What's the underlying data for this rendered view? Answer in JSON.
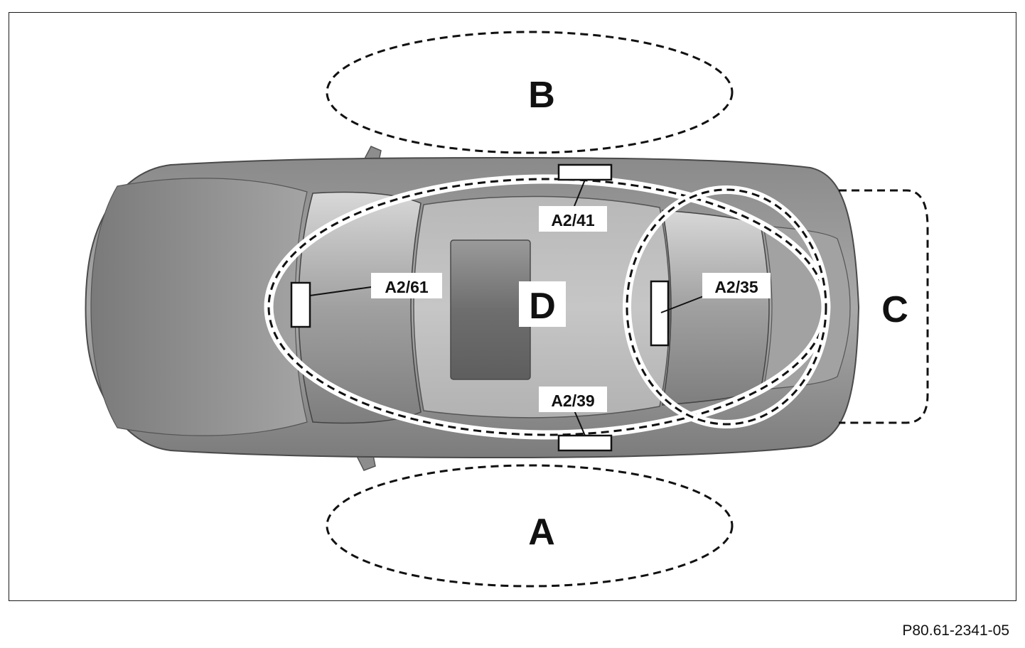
{
  "diagram": {
    "zones": {
      "a": "A",
      "b": "B",
      "c": "C",
      "d": "D"
    },
    "antennas": {
      "a2_41": "A2/41",
      "a2_61": "A2/61",
      "a2_35": "A2/35",
      "a2_39": "A2/39"
    },
    "figure_code": "P80.61-2341-05"
  }
}
